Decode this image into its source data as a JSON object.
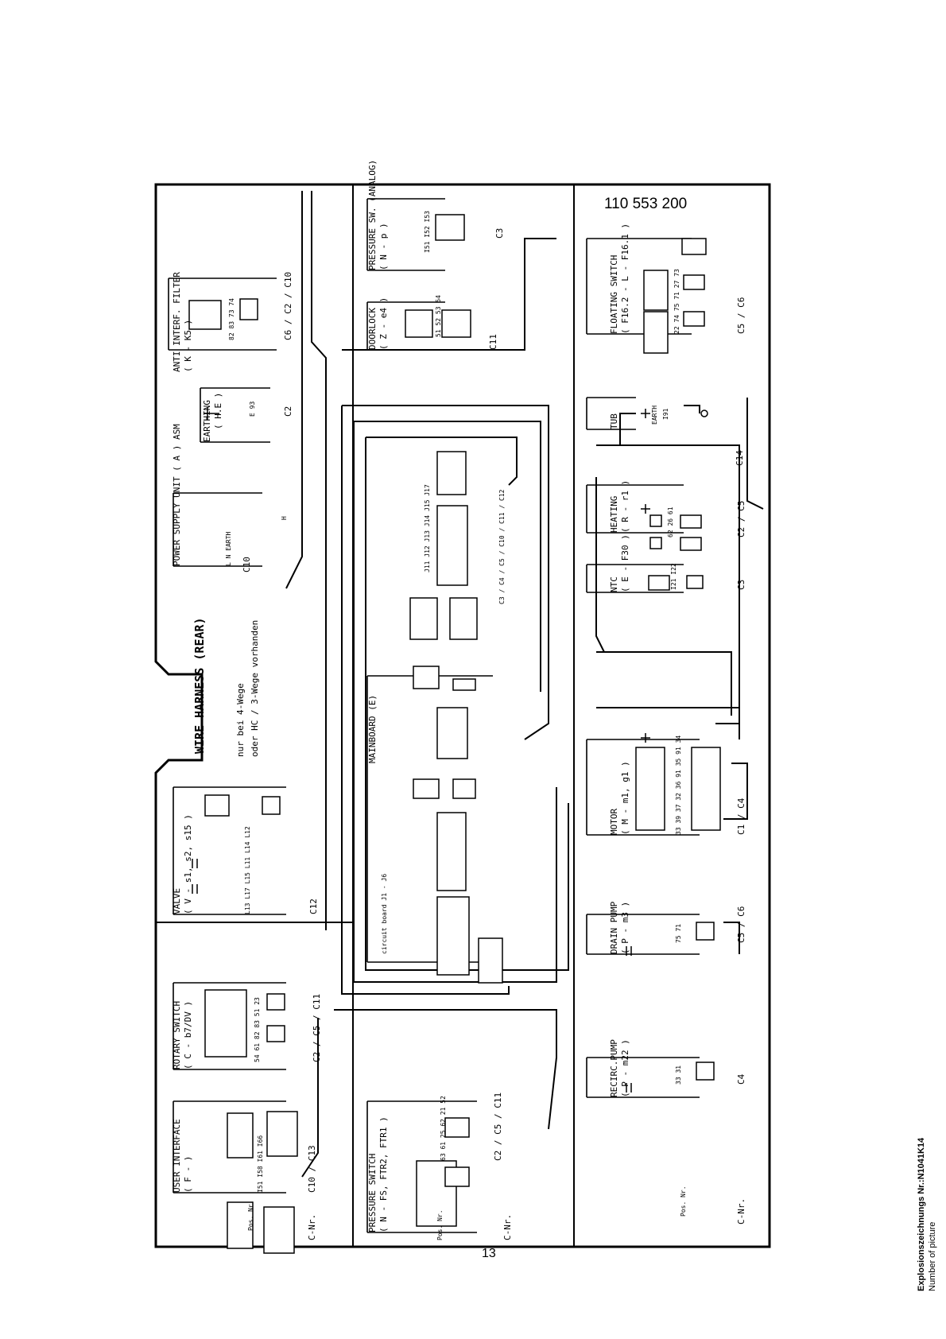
{
  "part_number": "110 553 200",
  "page_number": "13",
  "caption": {
    "title": "Explosionszeichnungs  Nr.:N1041K14",
    "subtitle": "Number of picture"
  },
  "harness_title": "WIRE HARNESS (REAR)",
  "harness_note_1": "nur bei 4-Wege",
  "harness_note_2": "oder   HC / 3-Wege vorhanden",
  "row_labels": {
    "pos": "Pos. Nr.",
    "cnr": "C-Nr."
  },
  "components": [
    {
      "id": "anti_interf",
      "name": "ANTI INTERF. FILTER",
      "code": "( K - K5 )",
      "pins": "82 83 73 74",
      "conn": "C6 / C2 / C10"
    },
    {
      "id": "earthing",
      "name": "EARTHING",
      "code": "( H.E )",
      "pins": "E 93",
      "conn": "C2"
    },
    {
      "id": "power_supply",
      "name": "POWER SUPPLY UNIT ( A ) ASM",
      "code": "L  N  EARTH",
      "pins": "H",
      "conn": "C10"
    },
    {
      "id": "valve",
      "name": "VALVE",
      "code": "( V - s1, s2, s15 )",
      "pins": "L13 L17 L15 L11 L14 L12",
      "conn": "C12"
    },
    {
      "id": "rotary_switch",
      "name": "ROTARY SWITCH",
      "code": "( C - b7/DV )",
      "pins": "54 61 82 83 51 23",
      "conn": "C2 / C5 / C11"
    },
    {
      "id": "user_interface",
      "name": "USER INTERFACE",
      "code": "( F - )",
      "pins": "I51 I58 I61 I66",
      "conn": "C10 / C13"
    },
    {
      "id": "pressure_switch",
      "name": "PRESSURE SWITCH",
      "code": "( N - FS, FTR2, FTR1 )",
      "pins": "63 61 25 62 21 52",
      "conn": "C2 / C5 / C11"
    },
    {
      "id": "pressure_sw_analog",
      "name": "PRESSURE SW. (ANALOG)",
      "code": "( N - p )",
      "pins": "I51 I52 I53",
      "conn": "C3"
    },
    {
      "id": "doorlock",
      "name": "DOORLOCK",
      "code": "( Z - e4 )",
      "pins": "51 52 53 54",
      "conn": "C11"
    },
    {
      "id": "mainboard",
      "name": "MAINBOARD (E)",
      "code": "circuit board J1 - J6",
      "pins": "J11 J12 J13 J14 J15 J17",
      "conn": "C3 / C4 / C5 / C10 / C11 / C12"
    },
    {
      "id": "floating_switch",
      "name": "FLOATING SWITCH",
      "code": "( F16.2 - L - F16.1 )",
      "pins": "22 74 75 71 27 73",
      "conn": "C5 / C6"
    },
    {
      "id": "tub",
      "name": "TUB",
      "code": "EARTH",
      "pins": "I91",
      "conn": "C14"
    },
    {
      "id": "heating",
      "name": "HEATING",
      "code": "( R - r1 )",
      "pins": "62 26 61",
      "conn": "C2 / C5"
    },
    {
      "id": "ntc",
      "name": "NTC",
      "code": "( E - F30 )",
      "pins": "I21 I22",
      "conn": "C3"
    },
    {
      "id": "motor",
      "name": "MOTOR",
      "code": "( M - m1, g1 )",
      "pins": "33 39 37 32 36 91 35 91 34",
      "conn": "C1 / C4"
    },
    {
      "id": "drain_pump",
      "name": "DRAIN PUMP",
      "code": "( P - m3 )",
      "pins": "75 71",
      "conn": "C5 / C6"
    },
    {
      "id": "recirc_pump",
      "name": "RECIRC.PUMP",
      "code": "( P - m22 )",
      "pins": "33 31",
      "conn": "C4"
    }
  ]
}
